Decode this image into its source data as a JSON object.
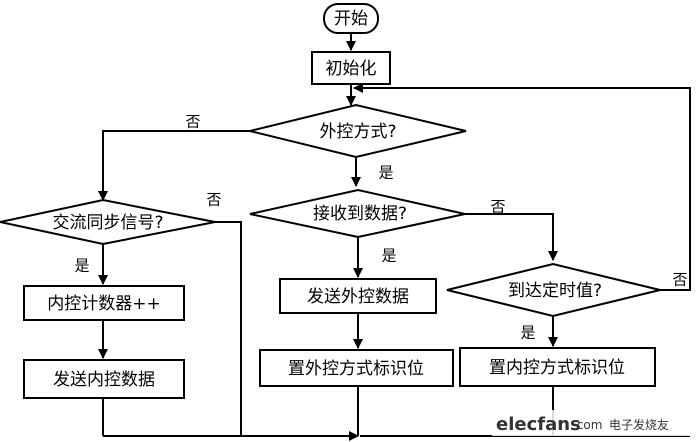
{
  "nodes": {
    "start": "开始",
    "init": "初始化",
    "ext_mode": "外控方式?",
    "ac_sync": "交流同步信号?",
    "received": "接收到数据?",
    "timeout": "到达定时值?",
    "counter": "内控计数器++",
    "send_internal": "发送内控数据",
    "send_external": "发送外控数据",
    "set_external_flag": "置外控方式标识位",
    "set_internal_flag": "置内控方式标识位"
  },
  "edges": {
    "yes": "是",
    "no": "否"
  },
  "watermark": {
    "brand": "elecfans",
    "suffix": "·com",
    "cn": "电子发烧友"
  },
  "colors": {
    "line": "#000000",
    "watermark_red": "#c8102e"
  }
}
